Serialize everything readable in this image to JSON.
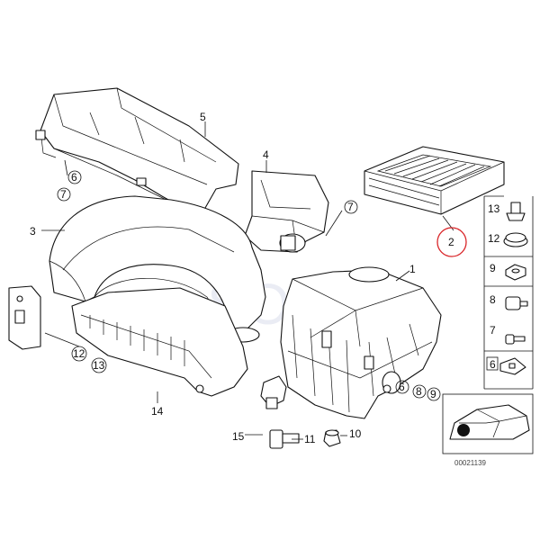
{
  "labels": {
    "p1": "1",
    "p2": "2",
    "p3": "3",
    "p4": "4",
    "p5": "5",
    "p6a": "6",
    "p7a": "7",
    "p7b": "7",
    "p6b": "6",
    "p8": "8",
    "p9": "9",
    "p12": "12",
    "p13": "13",
    "p14": "14",
    "p15": "15",
    "p11": "11",
    "p10": "10"
  },
  "sidebar": {
    "items": [
      {
        "label": "13"
      },
      {
        "label": "12"
      },
      {
        "label": "9"
      },
      {
        "label": "8"
      },
      {
        "label": "7"
      },
      {
        "label": "6"
      }
    ]
  },
  "diagram_code": "00021139",
  "watermark": "SO",
  "highlight_color": "#d9262a"
}
